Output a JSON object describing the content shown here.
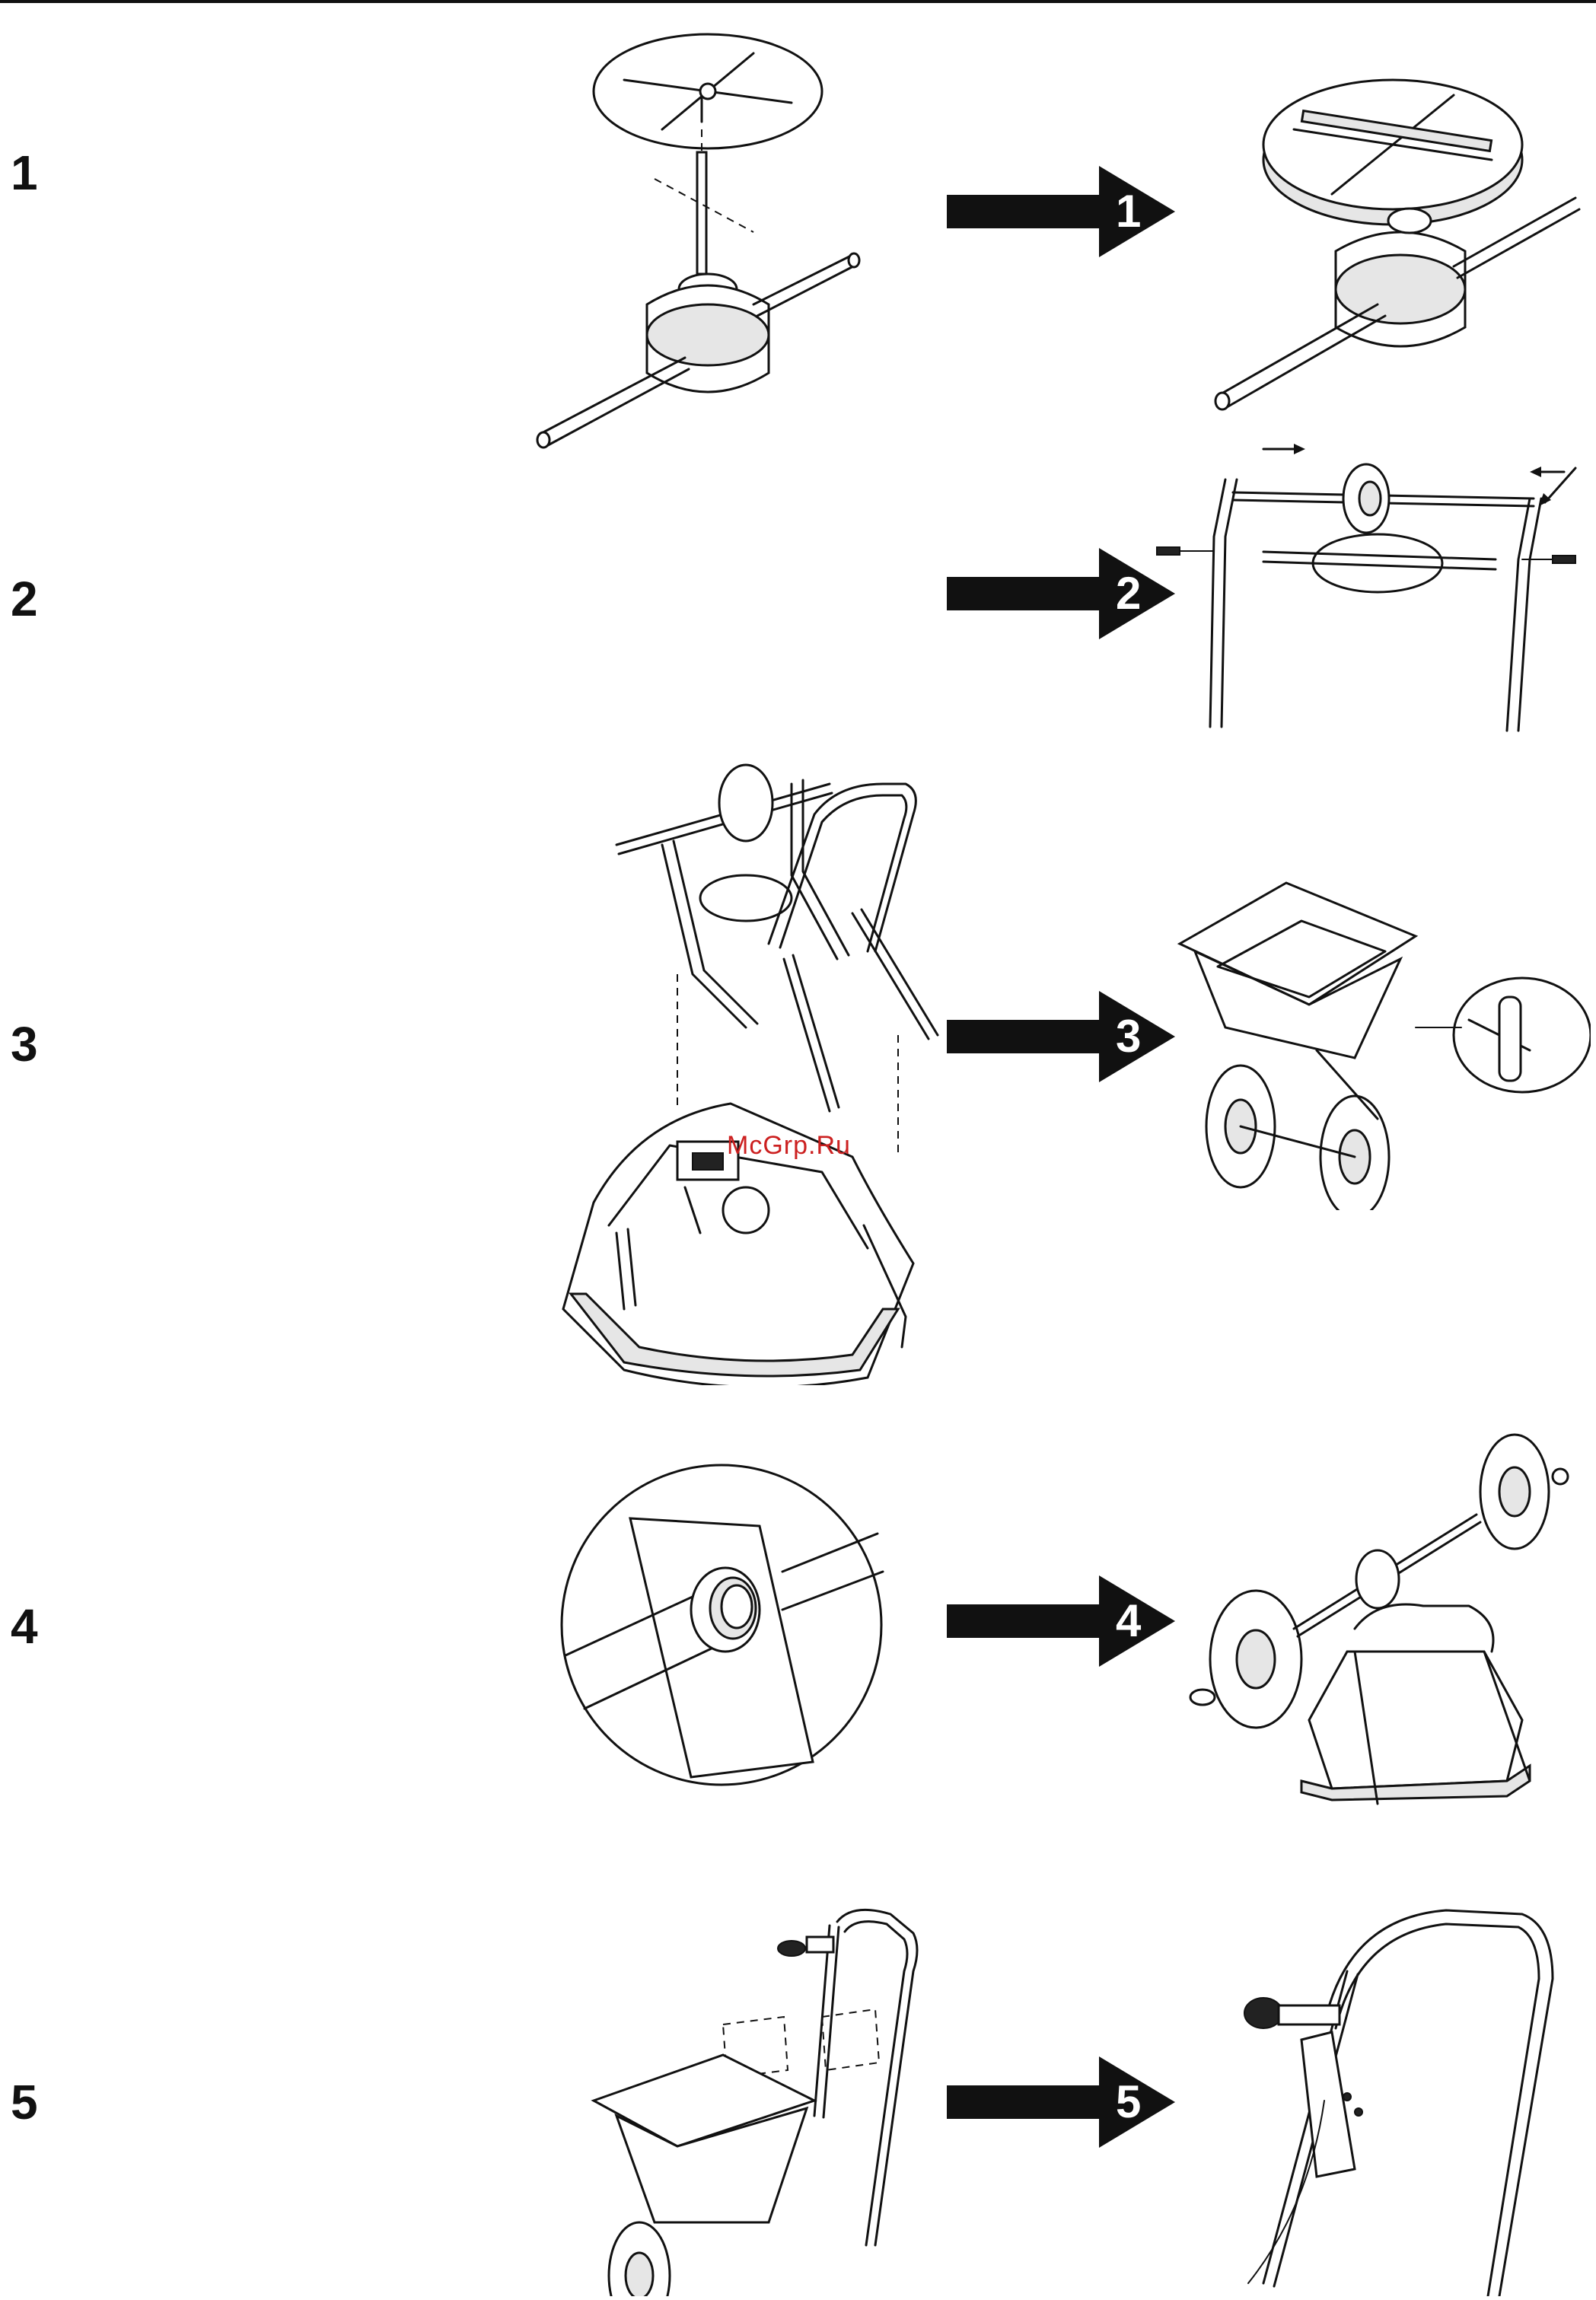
{
  "steps": [
    {
      "number": "1",
      "arrow_label": "1"
    },
    {
      "number": "2",
      "arrow_label": "2"
    },
    {
      "number": "3",
      "arrow_label": "3"
    },
    {
      "number": "4",
      "arrow_label": "4"
    },
    {
      "number": "5",
      "arrow_label": "5"
    }
  ],
  "watermark": "McGrp.Ru",
  "colors": {
    "ink": "#111111",
    "watermark": "#cc2020",
    "background": "#ffffff"
  }
}
